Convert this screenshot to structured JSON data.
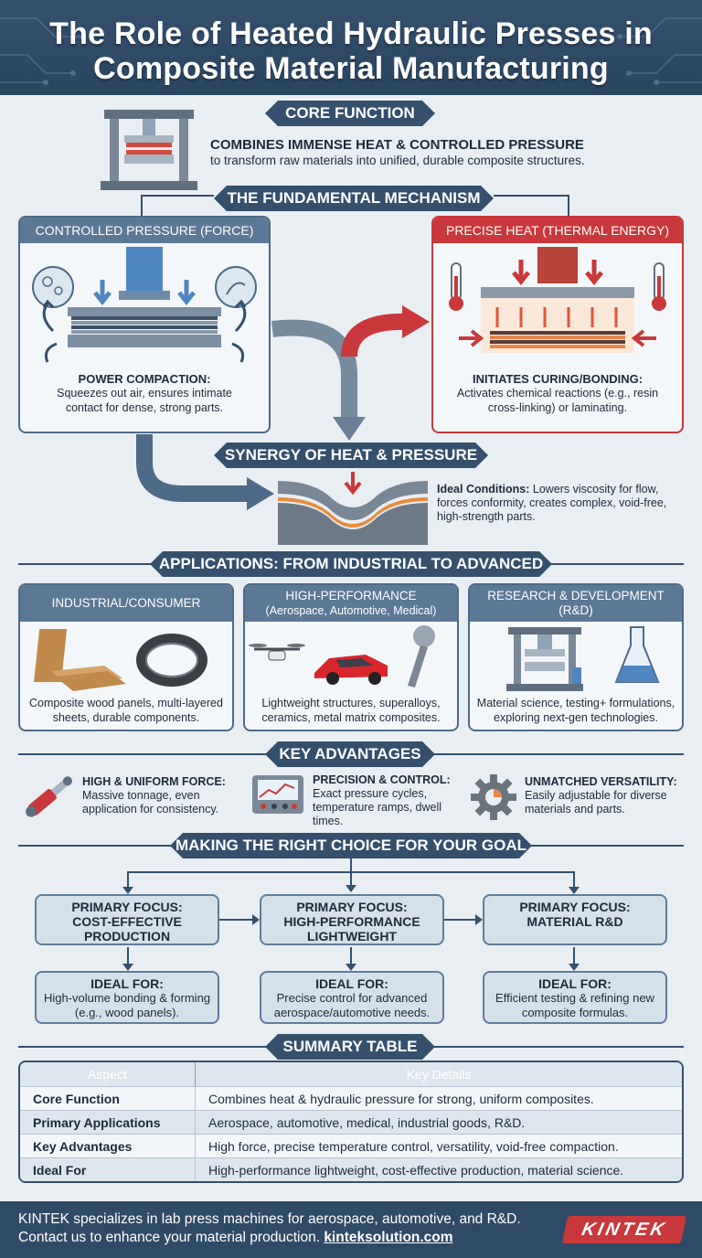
{
  "header": {
    "title": "The Role of Heated Hydraulic Presses in Composite Material Manufacturing"
  },
  "core": {
    "banner": "CORE FUNCTION",
    "headline": "COMBINES IMMENSE HEAT & CONTROLLED PRESSURE",
    "text": "to transform raw materials into unified, durable composite structures."
  },
  "mechanism": {
    "banner": "THE FUNDAMENTAL MECHANISM",
    "pressure": {
      "head": "CONTROLLED PRESSURE (FORCE)",
      "title": "POWER COMPACTION:",
      "text": "Squeezes out air, ensures intimate contact for dense, strong parts."
    },
    "heat": {
      "head": "PRECISE HEAT (THERMAL ENERGY)",
      "title": "INITIATES CURING/BONDING:",
      "text": "Activates chemical reactions (e.g., resin cross-linking) or laminating."
    }
  },
  "synergy": {
    "banner": "SYNERGY OF HEAT & PRESSURE",
    "label": "Ideal Conditions:",
    "text": "Lowers viscosity for flow, forces conformity, creates complex, void-free, high-strength parts."
  },
  "applications": {
    "banner": "APPLICATIONS: FROM INDUSTRIAL TO ADVANCED",
    "items": [
      {
        "head": "INDUSTRIAL/CONSUMER",
        "sub": "",
        "text": "Composite wood panels, multi-layered sheets, durable components."
      },
      {
        "head": "HIGH-PERFORMANCE",
        "sub": "(Aerospace, Automotive, Medical)",
        "text": "Lightweight structures, superalloys, ceramics, metal matrix composites."
      },
      {
        "head": "RESEARCH & DEVELOPMENT",
        "sub": "(R&D)",
        "text": "Material science, testing+ formulations, exploring next-gen technologies."
      }
    ]
  },
  "advantages": {
    "banner": "KEY ADVANTAGES",
    "items": [
      {
        "title": "HIGH & UNIFORM FORCE:",
        "text": "Massive tonnage, even application for consistency."
      },
      {
        "title": "PRECISION & CONTROL:",
        "text": "Exact pressure cycles, temperature ramps, dwell times."
      },
      {
        "title": "UNMATCHED VERSATILITY:",
        "text": "Easily adjustable for diverse materials and parts."
      }
    ]
  },
  "choice": {
    "banner": "MAKING THE RIGHT CHOICE FOR YOUR GOAL",
    "focus": [
      {
        "line1": "PRIMARY FOCUS:",
        "line2": "COST-EFFECTIVE",
        "line3": "PRODUCTION"
      },
      {
        "line1": "PRIMARY FOCUS:",
        "line2": "HIGH-PERFORMANCE",
        "line3": "LIGHTWEIGHT"
      },
      {
        "line1": "PRIMARY FOCUS:",
        "line2": "MATERIAL R&D",
        "line3": ""
      }
    ],
    "ideal": [
      {
        "title": "IDEAL FOR:",
        "text": "High-volume bonding & forming (e.g., wood panels)."
      },
      {
        "title": "IDEAL FOR:",
        "text": "Precise control for advanced aerospace/automotive needs."
      },
      {
        "title": "IDEAL FOR:",
        "text": "Efficient testing & refining new composite formulas."
      }
    ]
  },
  "summary": {
    "banner": "SUMMARY TABLE",
    "headers": [
      "Aspect",
      "Key Details"
    ],
    "rows": [
      [
        "Core Function",
        "Combines heat & hydraulic pressure for strong, uniform composites."
      ],
      [
        "Primary Applications",
        "Aerospace, automotive, medical, industrial goods, R&D."
      ],
      [
        "Key Advantages",
        "High force, precise temperature control, versatility, void-free compaction."
      ],
      [
        "Ideal For",
        "High-performance lightweight, cost-effective production, material science."
      ]
    ]
  },
  "footer": {
    "line1": "KINTEK specializes in lab press machines for aerospace, automotive, and R&D.",
    "line2": "Contact us to enhance your material production.",
    "link": "kinteksolution.com",
    "logo": "KINTEK"
  },
  "colors": {
    "navy": "#34506d",
    "accent_red": "#c9383a",
    "panel": "#5b7896"
  }
}
